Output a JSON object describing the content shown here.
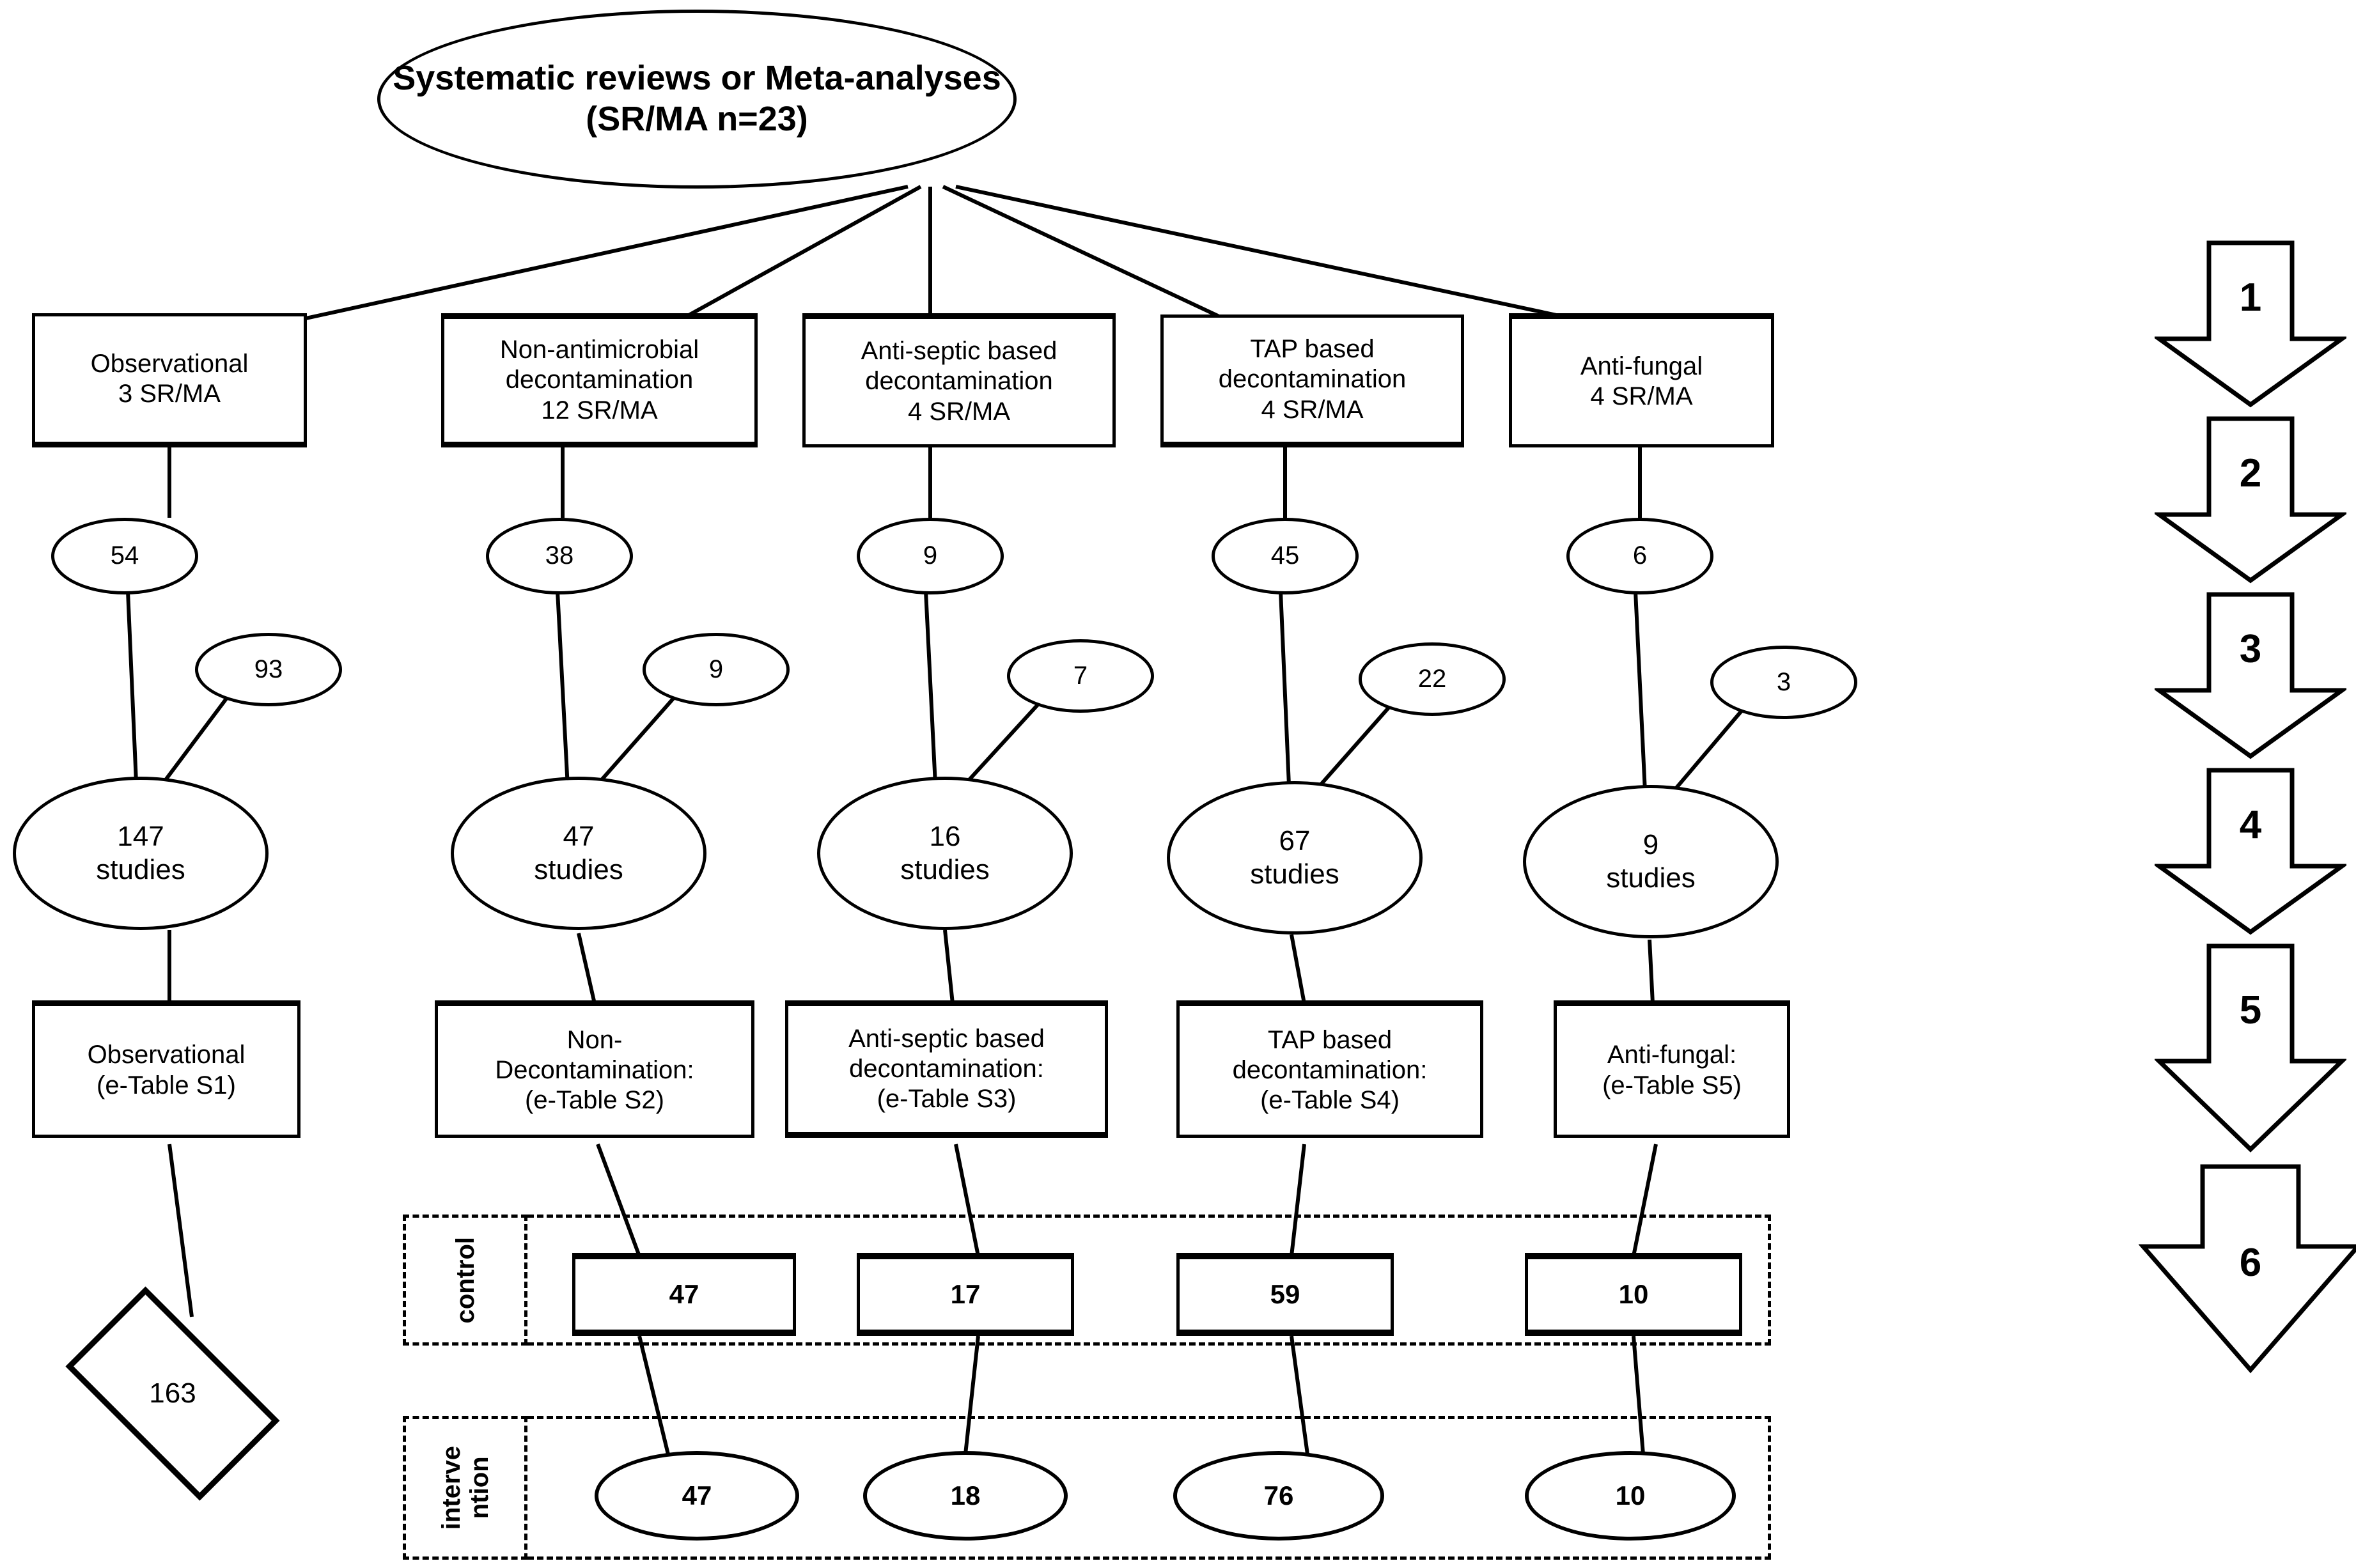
{
  "figure": {
    "root": {
      "line1": "Systematic reviews or Meta-analyses",
      "line2": "(SR/MA n=23)"
    },
    "categories": [
      {
        "key": "observational",
        "top_box": "Observational\n3 SR/MA",
        "primary_count": "54",
        "added_count": "93",
        "studies": "147\nstudies",
        "table_box": "Observational\n(e-Table S1)",
        "control": null,
        "intervention": null
      },
      {
        "key": "non-antimicrobial",
        "top_box": "Non-antimicrobial\ndecontamination\n12 SR/MA",
        "primary_count": "38",
        "added_count": "9",
        "studies": "47\nstudies",
        "table_box": "Non-\nDecontamination:\n(e-Table S2)",
        "control": "47",
        "intervention": "47"
      },
      {
        "key": "anti-septic",
        "top_box": "Anti-septic based\ndecontamination\n4 SR/MA",
        "primary_count": "9",
        "added_count": "7",
        "studies": "16\nstudies",
        "table_box": "Anti-septic based\ndecontamination:\n(e-Table S3)",
        "control": "17",
        "intervention": "18"
      },
      {
        "key": "tap",
        "top_box": "TAP based\ndecontamination\n4 SR/MA",
        "primary_count": "45",
        "added_count": "22",
        "studies": "67\nstudies",
        "table_box": "TAP based\ndecontamination:\n(e-Table S4)",
        "control": "59",
        "intervention": "76"
      },
      {
        "key": "anti-fungal",
        "top_box": "Anti-fungal\n4 SR/MA",
        "primary_count": "6",
        "added_count": "3",
        "studies": "9\nstudies",
        "table_box": "Anti-fungal:\n(e-Table S5)",
        "control": "10",
        "intervention": "10"
      }
    ],
    "total_diamond": "163",
    "bands": {
      "control_label": "control",
      "intervention_label": "interve\nntion"
    },
    "steps": [
      "1",
      "2",
      "3",
      "4",
      "5",
      "6"
    ],
    "colors": {
      "stroke": "#000000",
      "background": "#ffffff"
    }
  }
}
